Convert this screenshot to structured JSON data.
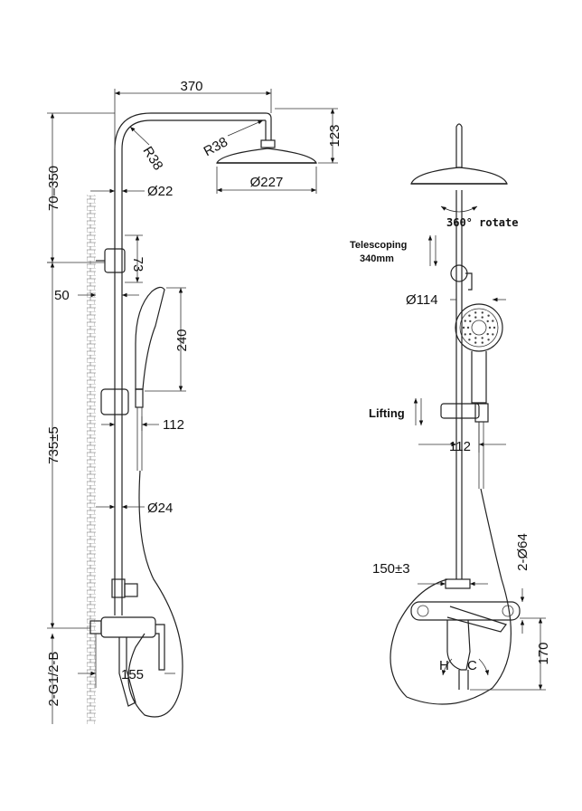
{
  "left": {
    "dims": {
      "width_top": "370",
      "radius_left": "R38",
      "radius_right": "R38",
      "height_head": "123",
      "head_diameter": "Ø227",
      "adjust_range": "70–350",
      "pipe_diameter": "Ø22",
      "holder_73": "73",
      "offset_50": "50",
      "handshower_240": "240",
      "offset_112": "112",
      "height_735": "735±5",
      "pipe_24": "Ø24",
      "thread": "2-G1/2-B",
      "offset_155": "155"
    }
  },
  "right": {
    "labels": {
      "rotate": "360° rotate",
      "telescoping": "Telescoping",
      "telescoping_len": "340mm",
      "handshower_dia": "Ø114",
      "lifting": "Lifting",
      "offset_112": "112",
      "centers": "150±3",
      "escutcheon": "2-Ø64",
      "height_170": "170",
      "hot": "H",
      "cold": "C"
    }
  }
}
